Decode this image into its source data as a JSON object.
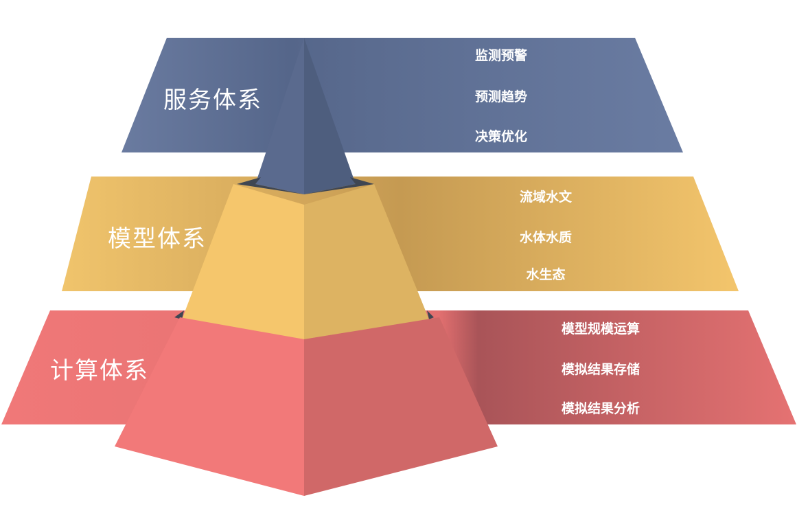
{
  "diagram": {
    "type": "layered-pyramid",
    "layers": [
      {
        "title": "服务体系",
        "color": "#5f7094",
        "items": [
          "监测预警",
          "预测趋势",
          "决策优化"
        ]
      },
      {
        "title": "模型体系",
        "color": "#f2c46b",
        "items": [
          "流域水文",
          "水体水质",
          "水生态"
        ]
      },
      {
        "title": "计算体系",
        "color": "#f07878",
        "items": [
          "模型规模运算",
          "模拟结果存储",
          "模拟结果分析"
        ]
      }
    ]
  }
}
